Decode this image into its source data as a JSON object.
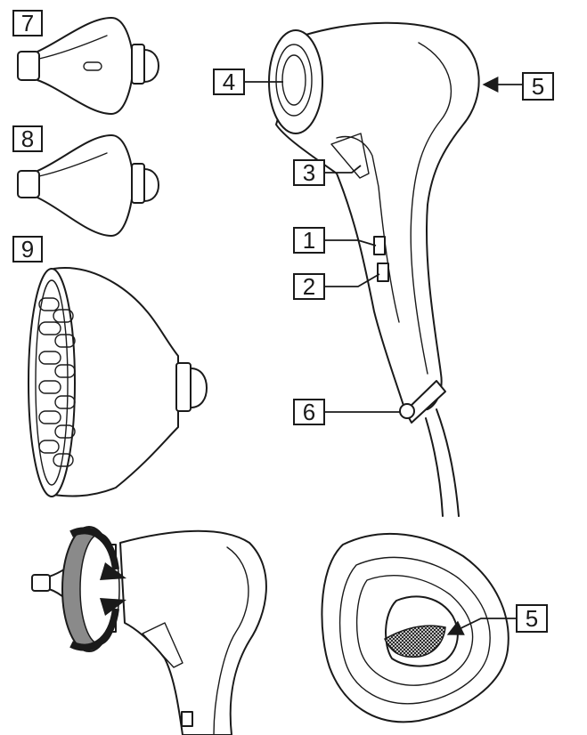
{
  "callouts": {
    "c1": "1",
    "c2": "2",
    "c3": "3",
    "c4": "4",
    "c5": "5",
    "c6": "6",
    "c7": "7",
    "c8": "8",
    "c9": "9",
    "c5_detail": "5"
  },
  "colors": {
    "line": "#1a1a1a",
    "ring_fill": "#8a8a8a",
    "background": "#ffffff"
  }
}
